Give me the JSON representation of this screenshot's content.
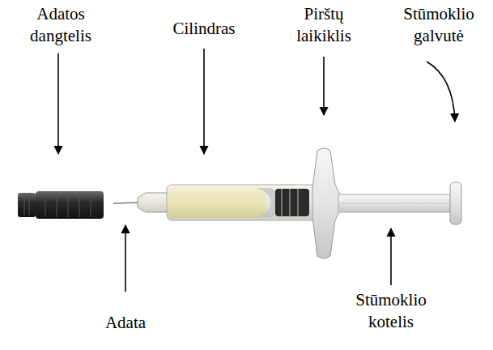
{
  "diagram": {
    "labels": [
      "Adatos dangtelis",
      "Cilindras",
      "Pirštų laikiklis",
      "Stūmoklio galvutė",
      "Adata",
      "Stūmoklio kotelis"
    ]
  }
}
